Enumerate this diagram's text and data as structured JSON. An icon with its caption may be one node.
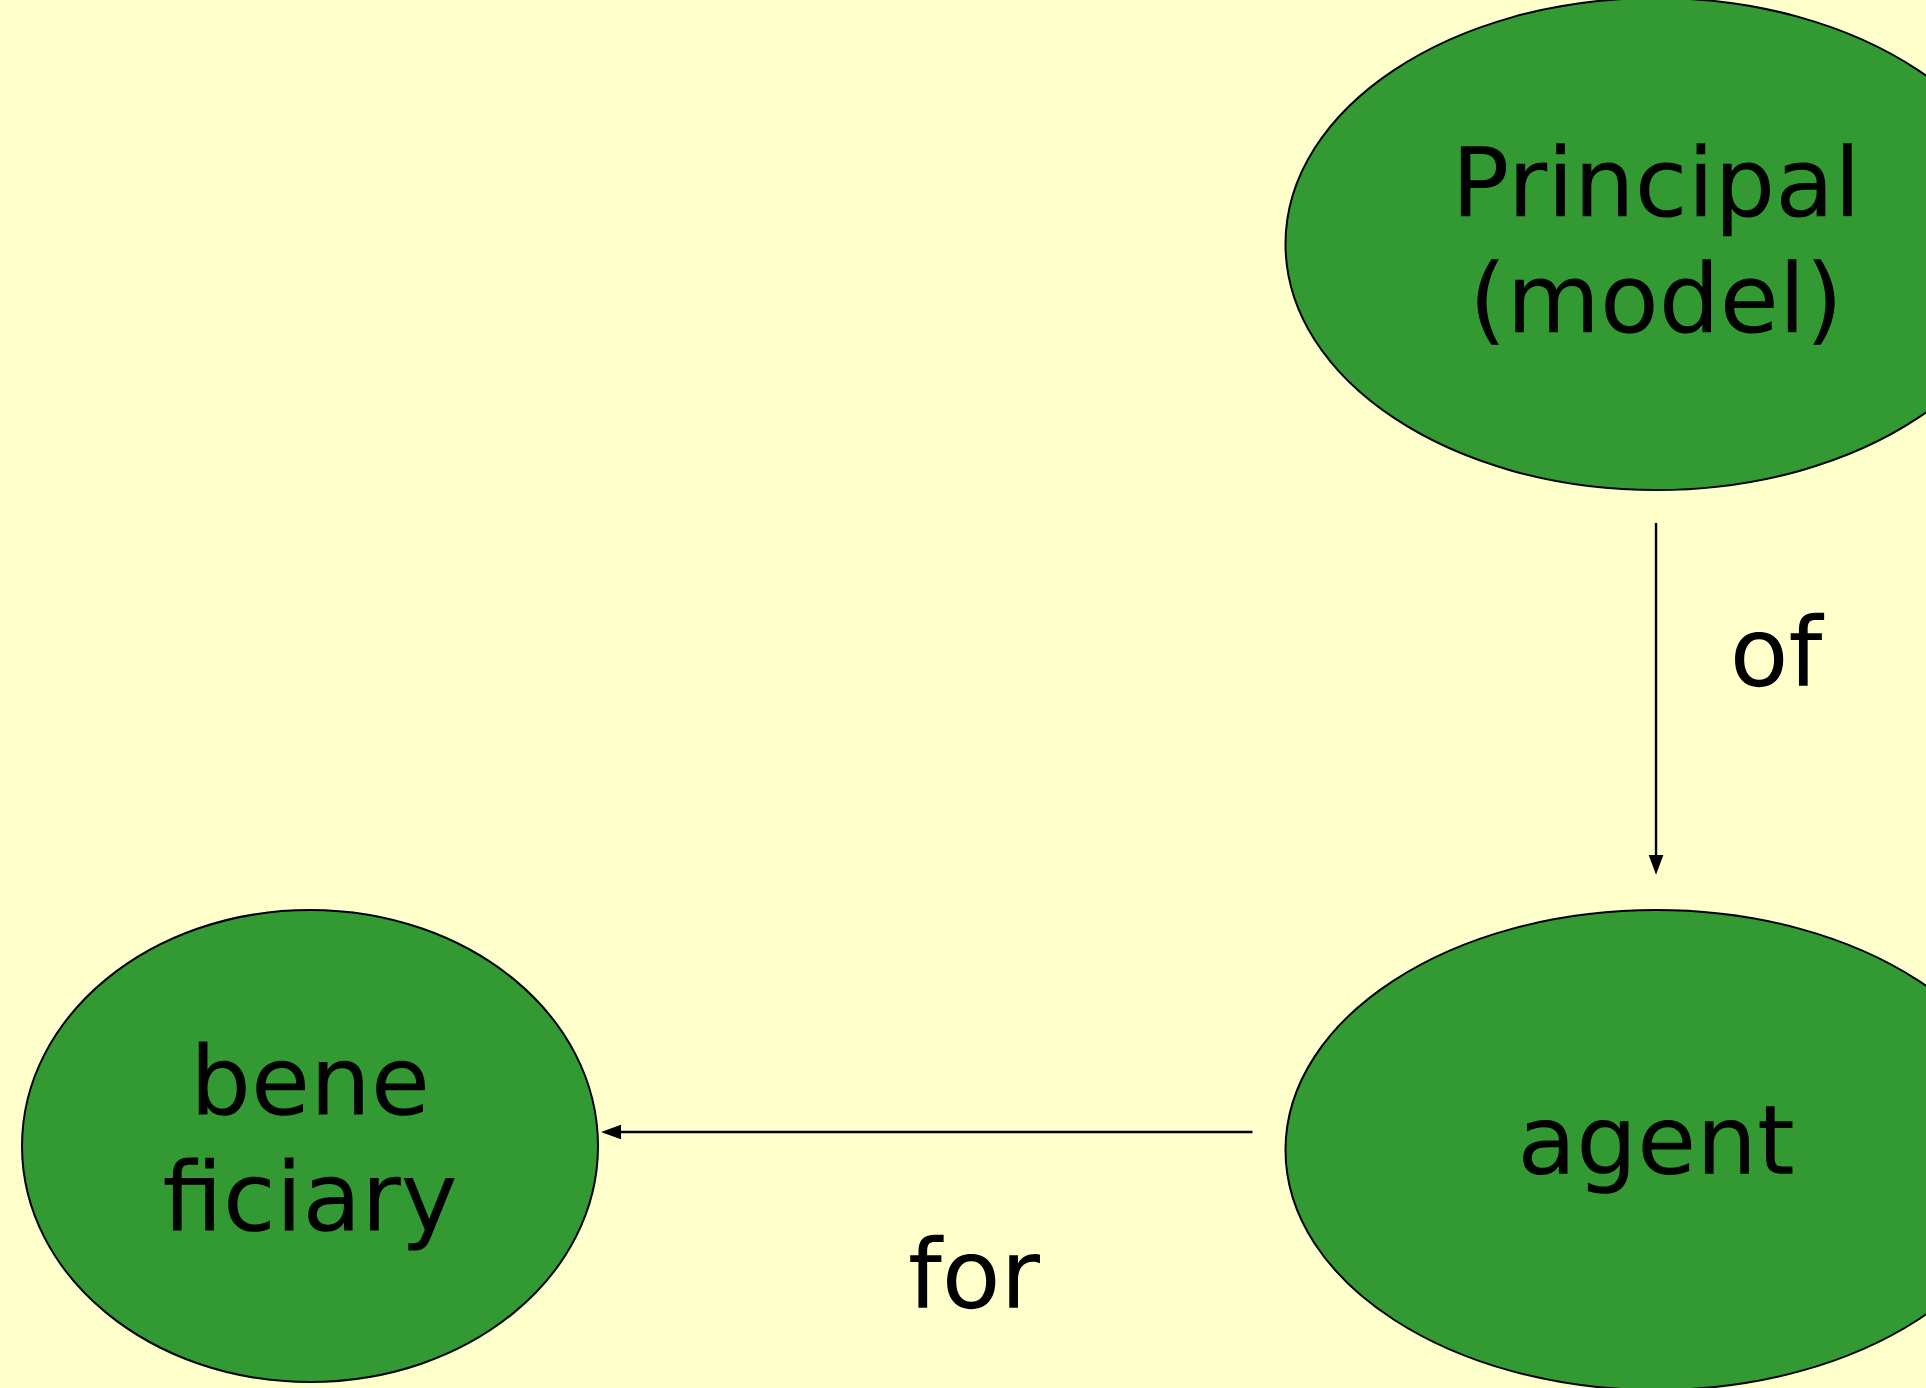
{
  "diagram": {
    "nodes": [
      {
        "text": [
          "Principal (model)"
        ]
      },
      {
        "text": [
          "agent"
        ]
      },
      {
        "text": [
          "bene ficiary"
        ]
      }
    ],
    "edges": [
      {
        "from": 0,
        "to": 1,
        "arrow": "to",
        "label": "of"
      },
      {
        "from": 1,
        "to": 2,
        "arrow": "to",
        "label": "for"
      }
    ]
  }
}
